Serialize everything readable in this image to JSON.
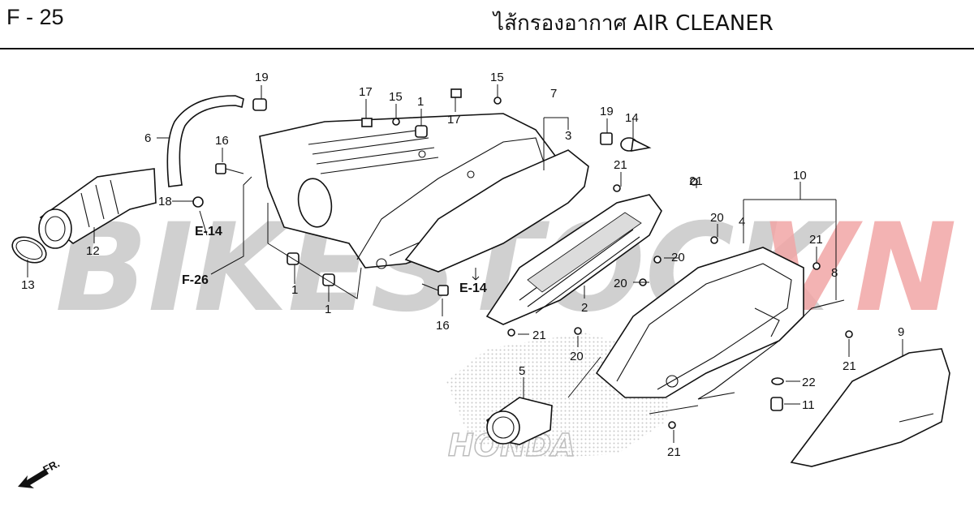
{
  "header": {
    "page_code": "F - 25",
    "title": "ไส้กรองอากาศ  AIR CLEANER"
  },
  "watermark": {
    "text_a": "BIKESTOCK",
    "text_b": ".VN",
    "color_a": "#d0d0d0",
    "color_b": "#f2a6a6",
    "bg_logo_text": "HONDA"
  },
  "colors": {
    "line": "#111111",
    "dots": "#c8c8c8"
  },
  "callouts": [
    "19",
    "6",
    "16",
    "18",
    "12",
    "13",
    "17",
    "15",
    "1",
    "15",
    "17",
    "7",
    "3",
    "19",
    "14",
    "21",
    "21",
    "10",
    "20",
    "4",
    "21",
    "8",
    "20",
    "20",
    "2",
    "16",
    "1",
    "1",
    "21",
    "20",
    "5",
    "9",
    "21",
    "22",
    "11",
    "21"
  ],
  "refs": [
    "E-14",
    "F-26",
    "E-14"
  ],
  "direction": {
    "label": "FR."
  }
}
